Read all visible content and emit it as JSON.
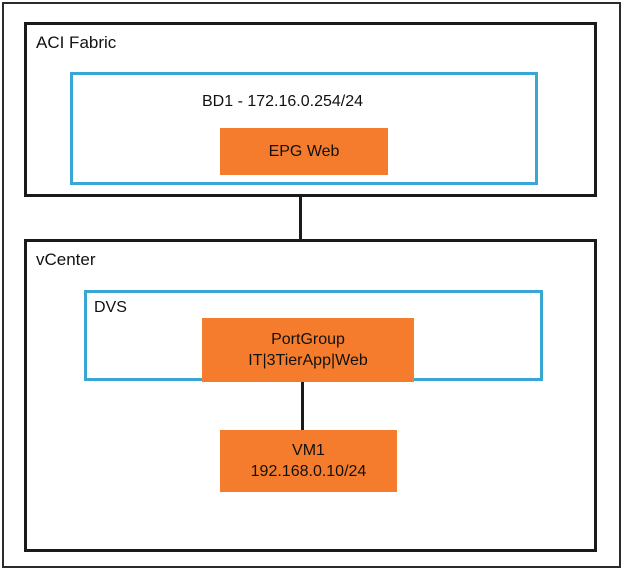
{
  "aci_fabric": {
    "label": "ACI Fabric",
    "bridge_domain": {
      "label": "BD1 - 172.16.0.254/24",
      "epg": {
        "label": "EPG Web"
      }
    }
  },
  "vcenter": {
    "label": "vCenter",
    "dvs": {
      "label": "DVS",
      "portgroup": {
        "line1": "PortGroup",
        "line2": "IT|3TierApp|Web"
      }
    },
    "vm": {
      "line1": "VM1",
      "line2": "192.168.0.10/24"
    }
  },
  "colors": {
    "outer_border": "#1a1a1a",
    "inner_border": "#3aa6d6",
    "node_fill": "#f47c2c"
  }
}
